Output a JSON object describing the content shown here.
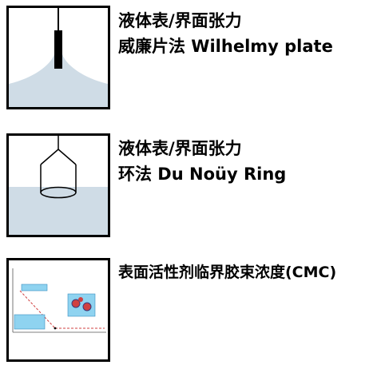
{
  "items": [
    {
      "line1": "液体表/界面张力",
      "line2": "威廉片法 Wilhelmy plate",
      "icon": "wilhelmy-plate-diagram"
    },
    {
      "line1": "液体表/界面张力",
      "line2": "环法 Du Noüy Ring",
      "icon": "du-nouy-ring-diagram"
    },
    {
      "line1": "表面活性剂临界胶束浓度(CMC)",
      "icon": "cmc-graph-thumbnail"
    }
  ],
  "colors": {
    "liquid": "#cfdce6",
    "border": "#000000",
    "plate": "#000000",
    "cmc_blue": "#8fd3f0",
    "cmc_red": "#d04040"
  }
}
